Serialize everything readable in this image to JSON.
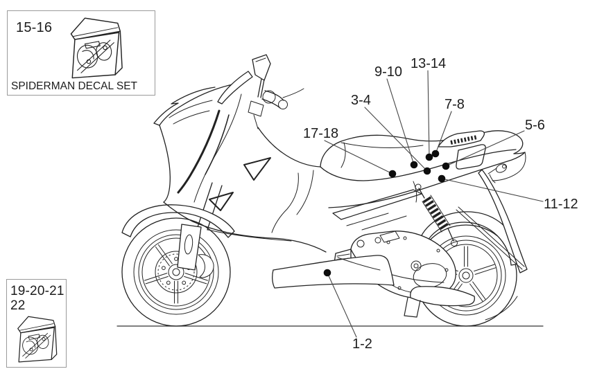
{
  "page": {
    "background": "#ffffff"
  },
  "diagram": {
    "description": "scooter-decal-placement-diagram",
    "ink_color": "#222222",
    "callout_dot_color": "#0d0d0d",
    "callouts": [
      {
        "label": "1-2"
      },
      {
        "label": "3-4"
      },
      {
        "label": "5-6"
      },
      {
        "label": "7-8"
      },
      {
        "label": "9-10"
      },
      {
        "label": "11-12"
      },
      {
        "label": "13-14"
      },
      {
        "label": "17-18"
      }
    ]
  },
  "decal_boxes": {
    "spiderman": {
      "part_numbers": "15-16",
      "caption": "SPIDERMAN DECAL SET"
    },
    "secondary": {
      "part_numbers_line1": "19-20-21",
      "part_numbers_line2": "22"
    }
  },
  "icons": {
    "decal_package": "decal-package-icon"
  }
}
